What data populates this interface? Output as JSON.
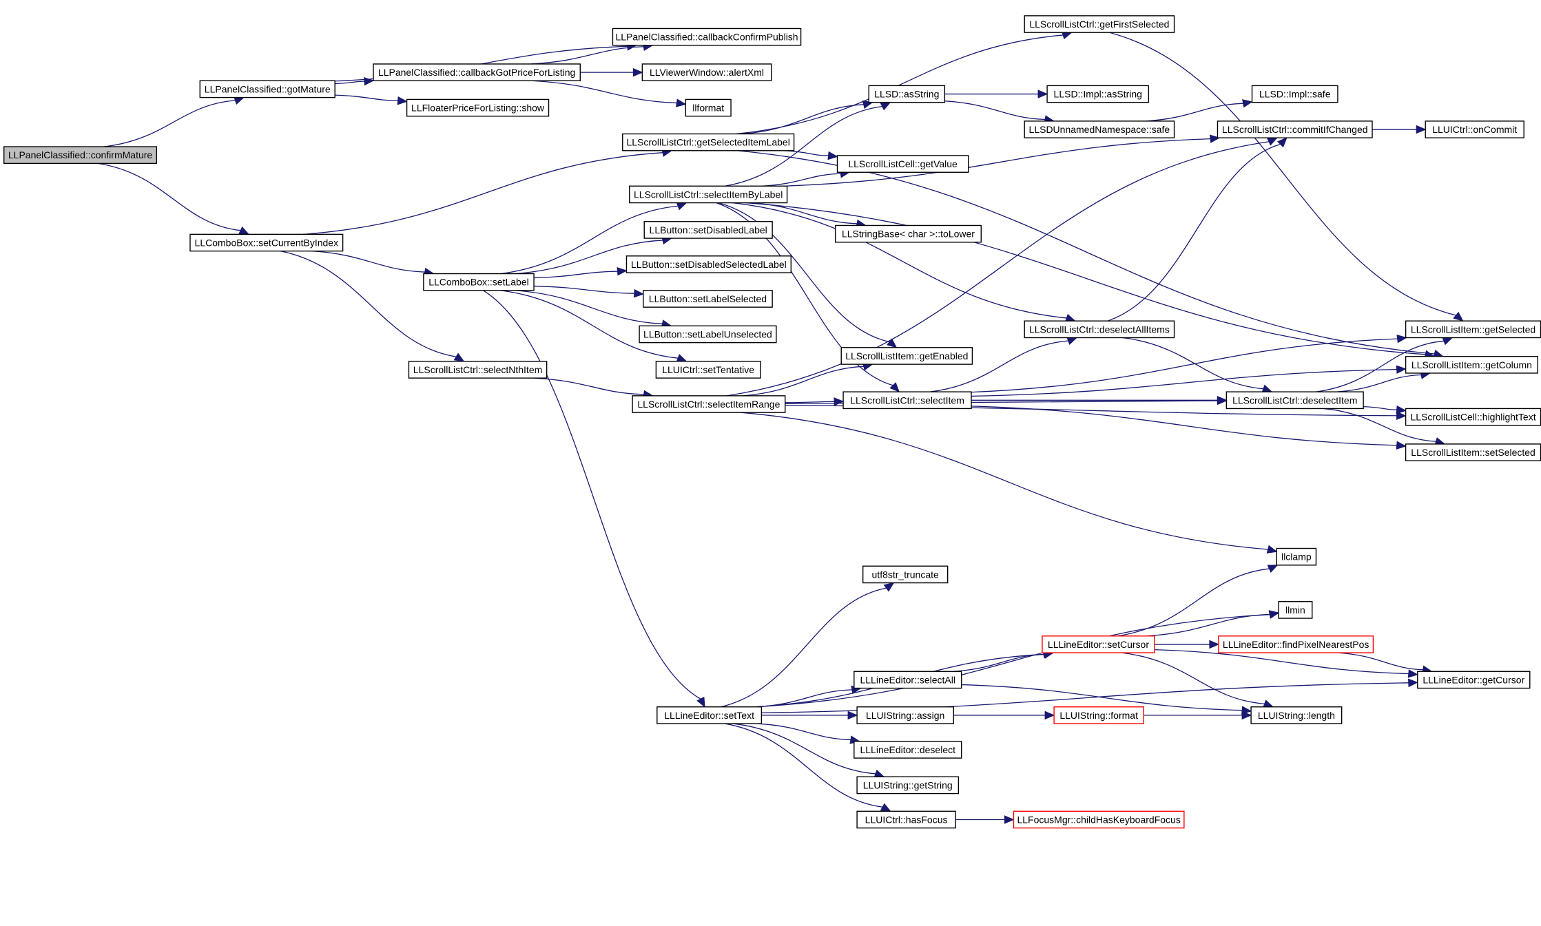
{
  "diagram": {
    "colors": {
      "edge": "#191970",
      "node_border": "#000000",
      "truncated_node_border": "#ff0000",
      "root_fill": "#bfbfbf",
      "background": "#ffffff"
    },
    "nodes": [
      {
        "id": "confirmMature",
        "label": "LLPanelClassified::confirmMature",
        "root": true
      },
      {
        "id": "gotMature",
        "label": "LLPanelClassified::gotMature"
      },
      {
        "id": "cbConfirmPublish",
        "label": "LLPanelClassified::callbackConfirmPublish"
      },
      {
        "id": "cbGotPrice",
        "label": "LLPanelClassified::callbackGotPriceForListing"
      },
      {
        "id": "alertXml",
        "label": "LLViewerWindow::alertXml"
      },
      {
        "id": "floaterShow",
        "label": "LLFloaterPriceForListing::show"
      },
      {
        "id": "llformat",
        "label": "llformat"
      },
      {
        "id": "comboSetCurrent",
        "label": "LLComboBox::setCurrentByIndex"
      },
      {
        "id": "getSelItemLabel",
        "label": "LLScrollListCtrl::getSelectedItemLabel"
      },
      {
        "id": "comboSetLabel",
        "label": "LLComboBox::setLabel"
      },
      {
        "id": "selectNthItem",
        "label": "LLScrollListCtrl::selectNthItem"
      },
      {
        "id": "selectItemByLabel",
        "label": "LLScrollListCtrl::selectItemByLabel"
      },
      {
        "id": "btnSetDisabledLabel",
        "label": "LLButton::setDisabledLabel"
      },
      {
        "id": "btnSetDisabledSelLabel",
        "label": "LLButton::setDisabledSelectedLabel"
      },
      {
        "id": "btnSetLabelSelected",
        "label": "LLButton::setLabelSelected"
      },
      {
        "id": "btnSetLabelUnselected",
        "label": "LLButton::setLabelUnselected"
      },
      {
        "id": "uiSetTentative",
        "label": "LLUICtrl::setTentative"
      },
      {
        "id": "selectItemRange",
        "label": "LLScrollListCtrl::selectItemRange"
      },
      {
        "id": "lineSetText",
        "label": "LLLineEditor::setText"
      },
      {
        "id": "sdAsString",
        "label": "LLSD::asString"
      },
      {
        "id": "cellGetValue",
        "label": "LLScrollListCell::getValue"
      },
      {
        "id": "toLower",
        "label": "LLStringBase< char >::toLower"
      },
      {
        "id": "itemGetEnabled",
        "label": "LLScrollListItem::getEnabled"
      },
      {
        "id": "selectItem",
        "label": "LLScrollListCtrl::selectItem"
      },
      {
        "id": "getFirstSelected",
        "label": "LLScrollListCtrl::getFirstSelected"
      },
      {
        "id": "implAsString",
        "label": "LLSD::Impl::asString"
      },
      {
        "id": "unnamedSafe",
        "label": "LLSDUnnamedNamespace::safe"
      },
      {
        "id": "implSafe",
        "label": "LLSD::Impl::safe"
      },
      {
        "id": "commitIfChanged",
        "label": "LLScrollListCtrl::commitIfChanged"
      },
      {
        "id": "uiOnCommit",
        "label": "LLUICtrl::onCommit"
      },
      {
        "id": "deselectAllItems",
        "label": "LLScrollListCtrl::deselectAllItems"
      },
      {
        "id": "deselectItem",
        "label": "LLScrollListCtrl::deselectItem"
      },
      {
        "id": "itemGetSelected",
        "label": "LLScrollListItem::getSelected"
      },
      {
        "id": "itemGetColumn",
        "label": "LLScrollListItem::getColumn"
      },
      {
        "id": "cellHighlightText",
        "label": "LLScrollListCell::highlightText"
      },
      {
        "id": "itemSetSelected",
        "label": "LLScrollListItem::setSelected"
      },
      {
        "id": "llclamp",
        "label": "llclamp"
      },
      {
        "id": "utf8Truncate",
        "label": "utf8str_truncate"
      },
      {
        "id": "llmin",
        "label": "llmin"
      },
      {
        "id": "lineSetCursor",
        "label": "LLLineEditor::setCursor",
        "truncated": true
      },
      {
        "id": "findPixelNearestPos",
        "label": "LLLineEditor::findPixelNearestPos",
        "truncated": true
      },
      {
        "id": "lineSelectAll",
        "label": "LLLineEditor::selectAll"
      },
      {
        "id": "lineGetCursor",
        "label": "LLLineEditor::getCursor"
      },
      {
        "id": "uiStrAssign",
        "label": "LLUIString::assign"
      },
      {
        "id": "uiStrFormat",
        "label": "LLUIString::format",
        "truncated": true
      },
      {
        "id": "uiStrLength",
        "label": "LLUIString::length"
      },
      {
        "id": "lineDeselect",
        "label": "LLLineEditor::deselect"
      },
      {
        "id": "uiStrGetString",
        "label": "LLUIString::getString"
      },
      {
        "id": "uiHasFocus",
        "label": "LLUICtrl::hasFocus"
      },
      {
        "id": "childHasKbFocus",
        "label": "LLFocusMgr::childHasKeyboardFocus",
        "truncated": true
      }
    ],
    "edges": [
      [
        "confirmMature",
        "gotMature"
      ],
      [
        "confirmMature",
        "comboSetCurrent"
      ],
      [
        "gotMature",
        "cbConfirmPublish"
      ],
      [
        "gotMature",
        "cbGotPrice"
      ],
      [
        "gotMature",
        "floaterShow"
      ],
      [
        "cbGotPrice",
        "cbConfirmPublish"
      ],
      [
        "cbGotPrice",
        "alertXml"
      ],
      [
        "cbGotPrice",
        "llformat"
      ],
      [
        "comboSetCurrent",
        "getSelItemLabel"
      ],
      [
        "comboSetCurrent",
        "comboSetLabel"
      ],
      [
        "comboSetCurrent",
        "selectNthItem"
      ],
      [
        "getSelItemLabel",
        "sdAsString"
      ],
      [
        "getSelItemLabel",
        "cellGetValue"
      ],
      [
        "getSelItemLabel",
        "getFirstSelected"
      ],
      [
        "getSelItemLabel",
        "itemGetColumn"
      ],
      [
        "comboSetLabel",
        "selectItemByLabel"
      ],
      [
        "comboSetLabel",
        "btnSetDisabledLabel"
      ],
      [
        "comboSetLabel",
        "btnSetDisabledSelLabel"
      ],
      [
        "comboSetLabel",
        "btnSetLabelSelected"
      ],
      [
        "comboSetLabel",
        "btnSetLabelUnselected"
      ],
      [
        "comboSetLabel",
        "uiSetTentative"
      ],
      [
        "comboSetLabel",
        "lineSetText"
      ],
      [
        "selectNthItem",
        "selectItemRange"
      ],
      [
        "selectItemByLabel",
        "sdAsString"
      ],
      [
        "selectItemByLabel",
        "cellGetValue"
      ],
      [
        "selectItemByLabel",
        "toLower"
      ],
      [
        "selectItemByLabel",
        "itemGetEnabled"
      ],
      [
        "selectItemByLabel",
        "selectItem"
      ],
      [
        "selectItemByLabel",
        "commitIfChanged"
      ],
      [
        "selectItemByLabel",
        "deselectAllItems"
      ],
      [
        "selectItemByLabel",
        "itemGetColumn"
      ],
      [
        "selectItemRange",
        "itemGetEnabled"
      ],
      [
        "selectItemRange",
        "selectItem"
      ],
      [
        "selectItemRange",
        "commitIfChanged"
      ],
      [
        "selectItemRange",
        "deselectItem"
      ],
      [
        "selectItemRange",
        "cellHighlightText"
      ],
      [
        "selectItemRange",
        "llclamp"
      ],
      [
        "sdAsString",
        "implAsString"
      ],
      [
        "sdAsString",
        "unnamedSafe"
      ],
      [
        "unnamedSafe",
        "implSafe"
      ],
      [
        "getFirstSelected",
        "itemGetSelected"
      ],
      [
        "commitIfChanged",
        "uiOnCommit"
      ],
      [
        "deselectAllItems",
        "commitIfChanged"
      ],
      [
        "deselectAllItems",
        "deselectItem"
      ],
      [
        "selectItem",
        "deselectAllItems"
      ],
      [
        "selectItem",
        "itemGetSelected"
      ],
      [
        "selectItem",
        "itemGetColumn"
      ],
      [
        "selectItem",
        "deselectItem"
      ],
      [
        "selectItem",
        "itemSetSelected"
      ],
      [
        "deselectItem",
        "itemGetSelected"
      ],
      [
        "deselectItem",
        "itemGetColumn"
      ],
      [
        "deselectItem",
        "cellHighlightText"
      ],
      [
        "deselectItem",
        "itemSetSelected"
      ],
      [
        "lineSetText",
        "utf8Truncate"
      ],
      [
        "lineSetText",
        "llmin"
      ],
      [
        "lineSetText",
        "lineSetCursor"
      ],
      [
        "lineSetText",
        "lineSelectAll"
      ],
      [
        "lineSetText",
        "uiStrAssign"
      ],
      [
        "lineSetText",
        "lineDeselect"
      ],
      [
        "lineSetText",
        "uiStrGetString"
      ],
      [
        "lineSetText",
        "uiHasFocus"
      ],
      [
        "lineSetText",
        "uiStrLength"
      ],
      [
        "lineSetText",
        "lineGetCursor"
      ],
      [
        "lineSetCursor",
        "llclamp"
      ],
      [
        "lineSetCursor",
        "llmin"
      ],
      [
        "lineSetCursor",
        "findPixelNearestPos"
      ],
      [
        "lineSetCursor",
        "lineGetCursor"
      ],
      [
        "lineSetCursor",
        "uiStrLength"
      ],
      [
        "findPixelNearestPos",
        "lineGetCursor"
      ],
      [
        "lineSelectAll",
        "lineSetCursor"
      ],
      [
        "lineSelectAll",
        "uiStrLength"
      ],
      [
        "uiStrAssign",
        "uiStrFormat"
      ],
      [
        "uiHasFocus",
        "childHasKbFocus"
      ]
    ]
  }
}
